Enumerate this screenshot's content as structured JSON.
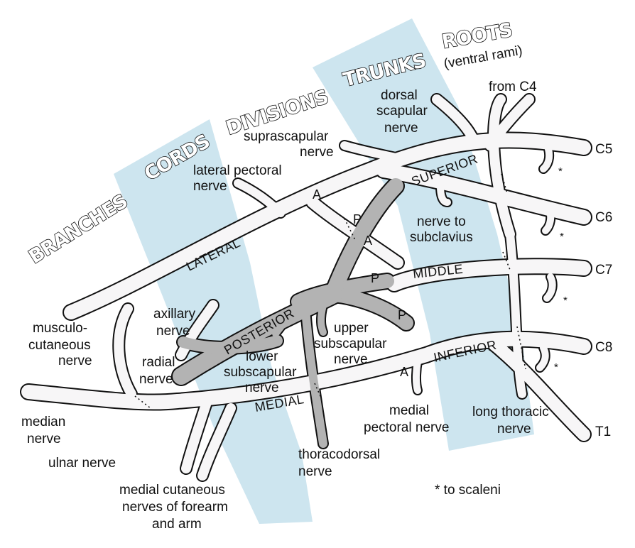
{
  "headers": {
    "roots": "ROOTS",
    "roots_sub": "(ventral rami)",
    "trunks": "TRUNKS",
    "divisions": "DIVISIONS",
    "cords": "CORDS",
    "branches": "BRANCHES"
  },
  "roots": [
    "C5",
    "C6",
    "C7",
    "C8",
    "T1"
  ],
  "trunks": [
    "SUPERIOR",
    "MIDDLE",
    "INFERIOR"
  ],
  "cords": [
    "LATERAL",
    "POSTERIOR",
    "MEDIAL"
  ],
  "division_letters": {
    "a1": "A",
    "p1": "P",
    "a2": "A",
    "p2": "P",
    "p3": "P",
    "a3": "A"
  },
  "scaleni_marker": "*",
  "labels": {
    "from_c4": "from C4",
    "dorsal_scapular": [
      "dorsal",
      "scapular",
      "nerve"
    ],
    "suprascapular": [
      "suprascapular",
      "nerve"
    ],
    "lateral_pectoral": [
      "lateral pectoral",
      "nerve"
    ],
    "nerve_to_subclavius": [
      "nerve to",
      "subclavius"
    ],
    "axillary": [
      "axillary",
      "nerve"
    ],
    "musculocutaneous": [
      "musculo-",
      "cutaneous",
      "nerve"
    ],
    "radial": [
      "radial",
      "nerve"
    ],
    "lower_subscapular": [
      "lower",
      "subscapular",
      "nerve"
    ],
    "upper_subscapular": [
      "upper",
      "subscapular",
      "nerve"
    ],
    "median": [
      "median",
      "nerve"
    ],
    "ulnar": "ulnar nerve",
    "medial_cutaneous": [
      "medial cutaneous",
      "nerves of forearm",
      "and arm"
    ],
    "thoracodorsal": [
      "thoracodorsal",
      "nerve"
    ],
    "medial_pectoral": [
      "medial",
      "pectoral nerve"
    ],
    "long_thoracic": [
      "long thoracic",
      "nerve"
    ],
    "scaleni_note": "* to scaleni"
  },
  "colors": {
    "band": "#cde5ef",
    "nerve_fill": "#f7f6f7",
    "posterior_fill": "#b3b3b3",
    "outline": "#111111"
  }
}
